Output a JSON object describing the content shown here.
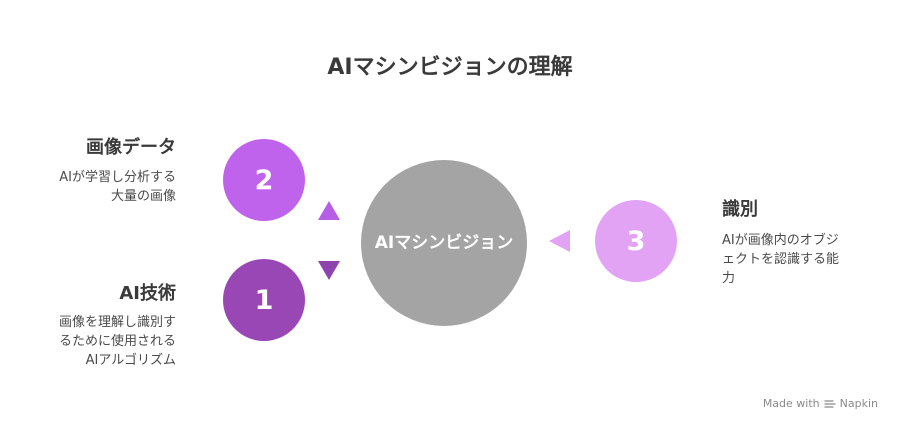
{
  "title": "AIマシンビジョンの理解",
  "center": {
    "label": "AIマシンビジョン"
  },
  "nodes": [
    {
      "number": "2",
      "heading": "画像データ",
      "lines": [
        "AIが学習し分析する",
        "大量の画像"
      ]
    },
    {
      "number": "1",
      "heading": "AI技術",
      "lines": [
        "画像を理解し識別す",
        "るために使用される",
        "AIアルゴリズム"
      ]
    },
    {
      "number": "3",
      "heading": "識別",
      "lines": [
        "AIが画像内のオブジ",
        "ェクトを認識する能",
        "力"
      ]
    }
  ],
  "colors": {
    "node2": "#c063ec",
    "node1": "#9a47b6",
    "node3": "#e2a3f5",
    "center": "#a4a4a4"
  },
  "watermark": {
    "made_with": "Made with",
    "brand": "Napkin"
  }
}
